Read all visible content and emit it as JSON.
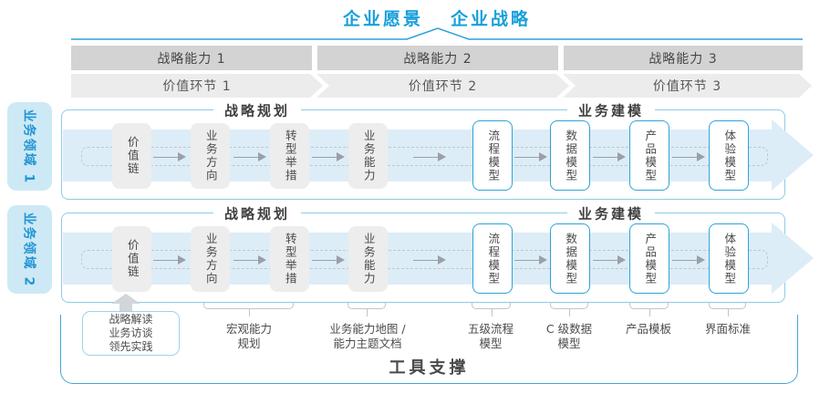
{
  "header": {
    "vision": "企业愿景",
    "strategy": "企业战略"
  },
  "capabilities": [
    {
      "label": "战略能力 1"
    },
    {
      "label": "战略能力 2"
    },
    {
      "label": "战略能力 3"
    }
  ],
  "value_links": [
    {
      "label": "价值环节 1"
    },
    {
      "label": "价值环节 2"
    },
    {
      "label": "价值环节 3"
    }
  ],
  "domains": [
    {
      "label": "业务领域 1"
    },
    {
      "label": "业务领域 2"
    }
  ],
  "rows": [
    {
      "planning": "战略规划",
      "modeling": "业务建模",
      "boxes": [
        {
          "label": "价值链"
        },
        {
          "label": "业务方向"
        },
        {
          "label": "转型举措"
        },
        {
          "label": "业务能力"
        },
        {
          "label": "流程模型"
        },
        {
          "label": "数据模型"
        },
        {
          "label": "产品模型"
        },
        {
          "label": "体验模型"
        }
      ]
    },
    {
      "planning": "战略规划",
      "modeling": "业务建模",
      "boxes": [
        {
          "label": "价值链"
        },
        {
          "label": "业务方向"
        },
        {
          "label": "转型举措"
        },
        {
          "label": "业务能力"
        },
        {
          "label": "流程模型"
        },
        {
          "label": "数据模型"
        },
        {
          "label": "产品模型"
        },
        {
          "label": "体验模型"
        }
      ]
    }
  ],
  "annotations": {
    "practice_box": "战略解读\n业务访谈\n领先实践",
    "labels": [
      {
        "text": "宏观能力\n规划"
      },
      {
        "text": "业务能力地图 /\n能力主题文档"
      },
      {
        "text": "五级流程\n模型"
      },
      {
        "text": "C 级数据\n模型"
      },
      {
        "text": "产品模板"
      },
      {
        "text": "界面标准"
      }
    ]
  },
  "footer": {
    "tool_support": "工具支撑"
  },
  "colors": {
    "accent_blue": "#189fdb",
    "light_blue_fill": "#cde9f6",
    "band_blue": "#dcedf8",
    "lane_border": "#8ecbe8",
    "gray_band": "#d3d3d3",
    "chevron_gray": "#ececec",
    "node_gray": "#ededed",
    "node_blue_border": "#2fa3d8",
    "text_dark": "#4a4a4a"
  }
}
